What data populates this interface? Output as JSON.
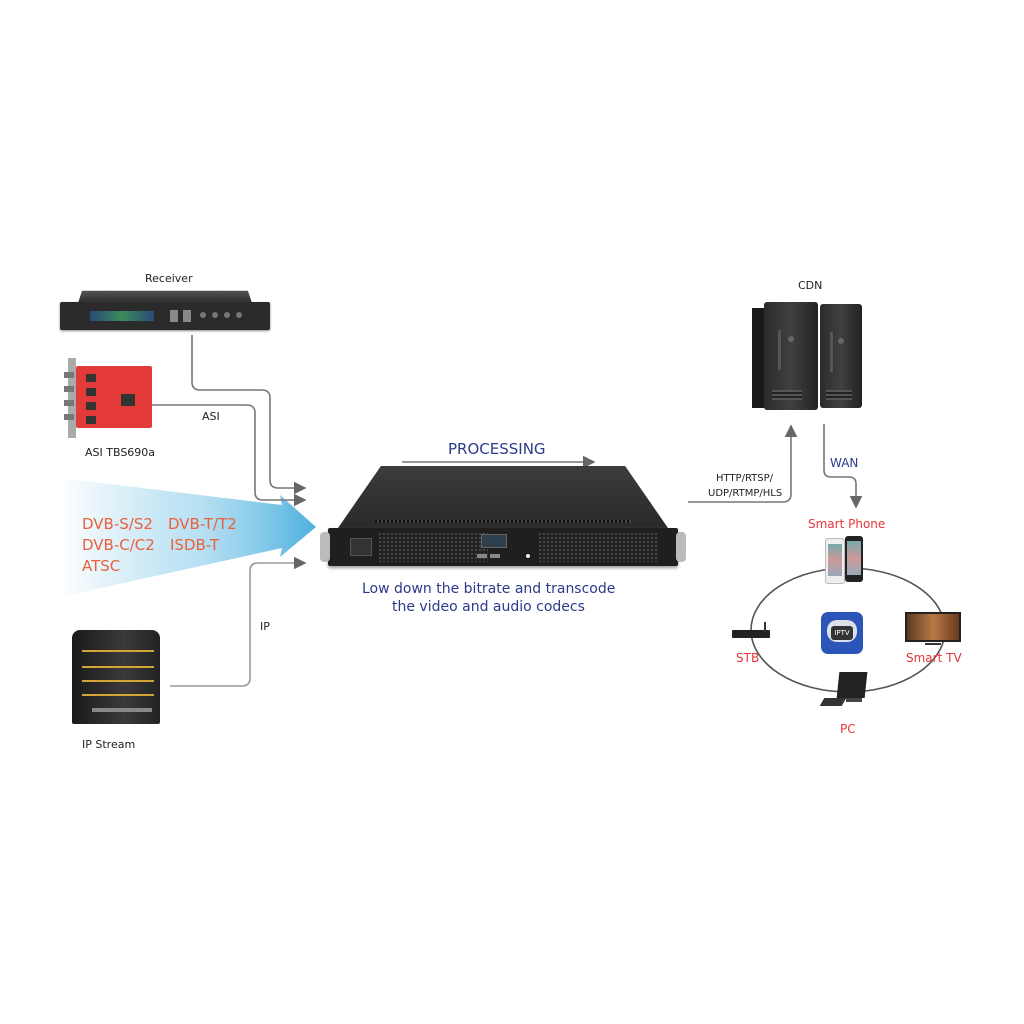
{
  "diagram": {
    "title": "Transcoder processing flow",
    "inputs": {
      "receiver": {
        "label": "Receiver"
      },
      "asi_card": {
        "label": "ASI TBS690a"
      },
      "asi_link": {
        "label": "ASI"
      },
      "broadcast_standards": [
        "DVB-S/S2",
        "DVB-T/T2",
        "DVB-C/C2",
        "ISDB-T",
        "ATSC"
      ],
      "ip_stream": {
        "label": "IP Stream"
      },
      "ip_link": {
        "label": "IP"
      }
    },
    "processor": {
      "heading": "PROCESSING",
      "caption_line1": "Low down the bitrate and transcode",
      "caption_line2": "the video and audio codecs"
    },
    "outputs": {
      "protocols_line1": "HTTP/RTSP/",
      "protocols_line2": "UDP/RTMP/HLS",
      "cdn": {
        "label": "CDN"
      },
      "wan_link": {
        "label": "WAN"
      },
      "devices": {
        "smart_phone": "Smart Phone",
        "stb": "STB",
        "smart_tv": "Smart TV",
        "pc": "PC",
        "iptv_badge": "IPTV"
      }
    },
    "colors": {
      "accent_red": "#e8363a",
      "standards_orange": "#e8613a",
      "navy_text": "#2c3a8c",
      "arrow_blue": "#5bb7e0",
      "line_gray": "#777777"
    }
  }
}
